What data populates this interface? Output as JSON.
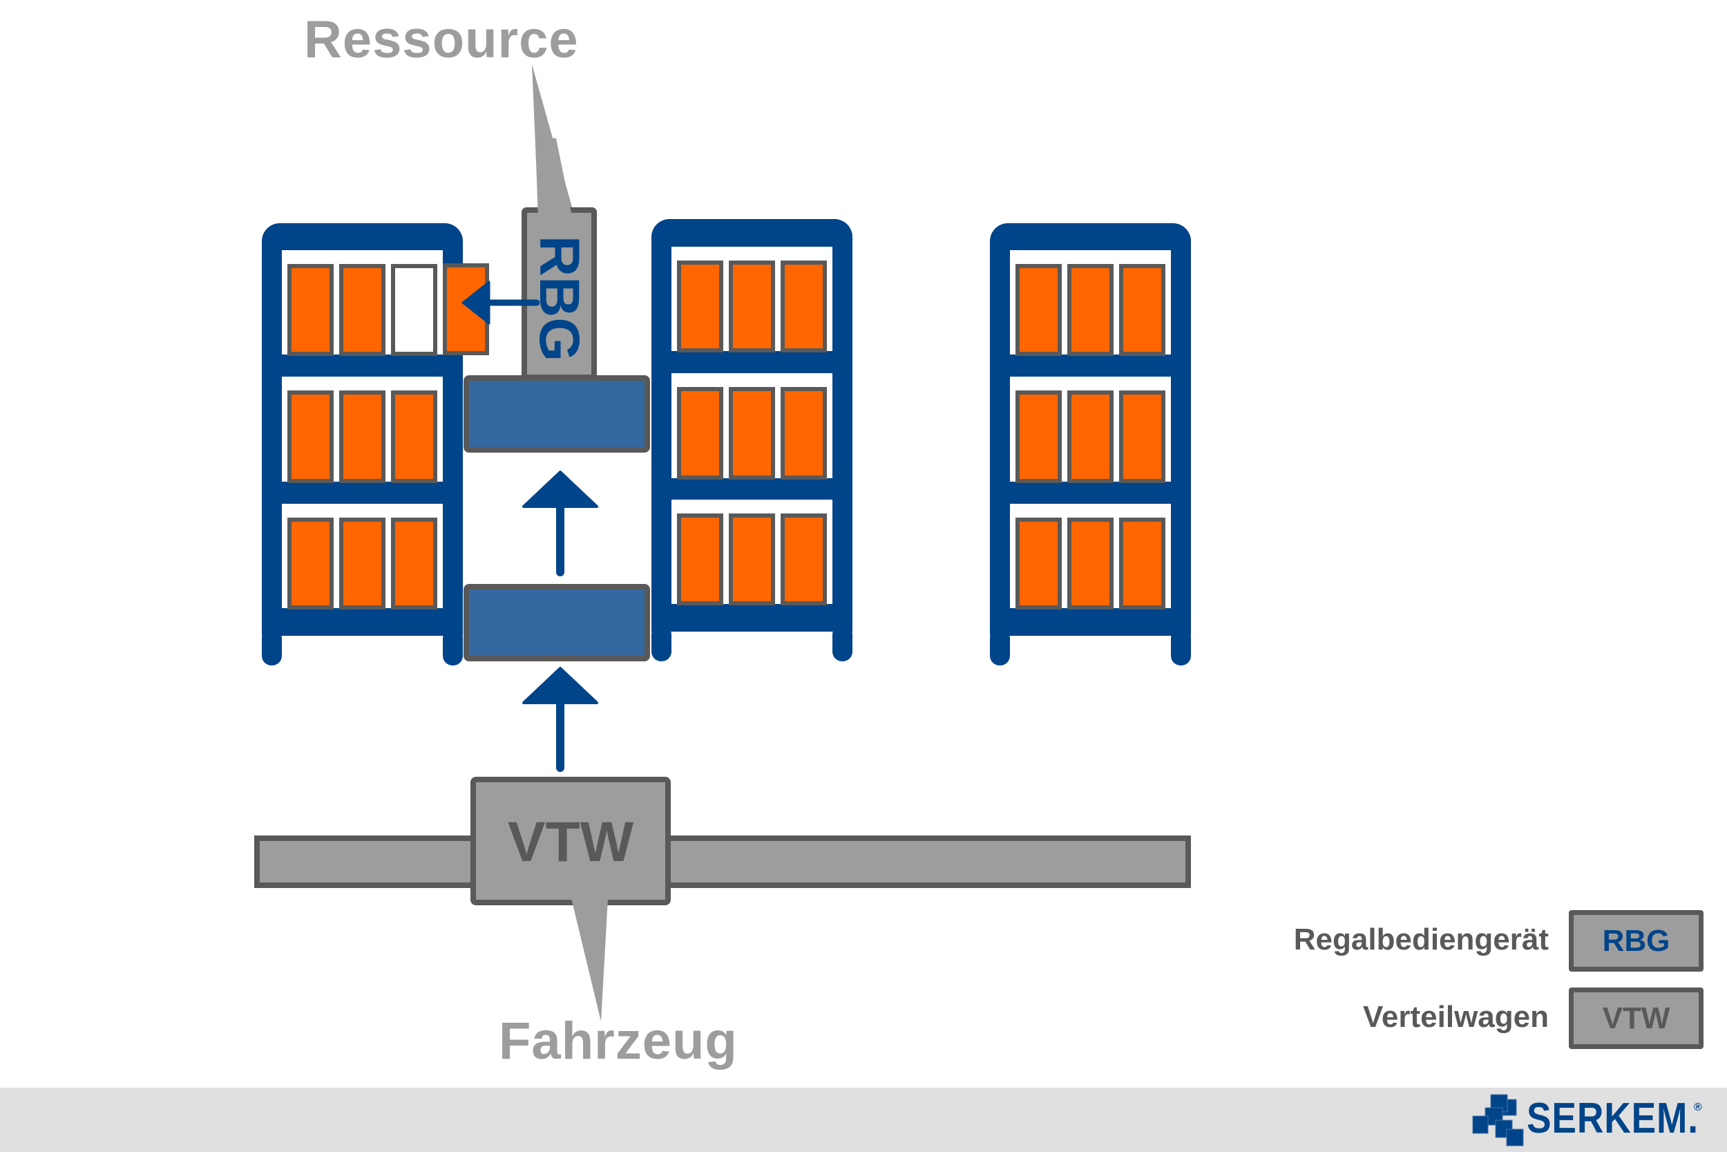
{
  "labels": {
    "resource": "Ressource",
    "vehicle": "Fahrzeug",
    "rbg_abbrev": "RBG",
    "vtw_abbrev": "VTW"
  },
  "legend": {
    "items": [
      {
        "label": "Regalbediengerät",
        "abbrev": "RBG",
        "text_color": "#004489"
      },
      {
        "label": "Verteilwagen",
        "abbrev": "VTW",
        "text_color": "#595959"
      }
    ]
  },
  "racks": [
    {
      "name": "left",
      "shelves": [
        [
          "filled",
          "filled",
          "empty",
          "filled-extracted"
        ],
        [
          "filled",
          "filled",
          "filled"
        ],
        [
          "filled",
          "filled",
          "filled"
        ]
      ]
    },
    {
      "name": "middle",
      "shelves": [
        [
          "filled",
          "filled",
          "filled"
        ],
        [
          "filled",
          "filled",
          "filled"
        ],
        [
          "filled",
          "filled",
          "filled"
        ]
      ]
    },
    {
      "name": "right",
      "shelves": [
        [
          "filled",
          "filled",
          "filled"
        ],
        [
          "filled",
          "filled",
          "filled"
        ],
        [
          "filled",
          "filled",
          "filled"
        ]
      ]
    }
  ],
  "colors": {
    "rack": "#004489",
    "box": "#ff6600",
    "box_border": "#595959",
    "cart": "#3468a0",
    "gray_fill": "#9d9d9d",
    "gray_border": "#595959",
    "callout_text": "#9d9d9d",
    "footer": "#e0e0e0"
  },
  "footer": {
    "logo_text": "SERKEM.",
    "logo_mark": "®"
  }
}
